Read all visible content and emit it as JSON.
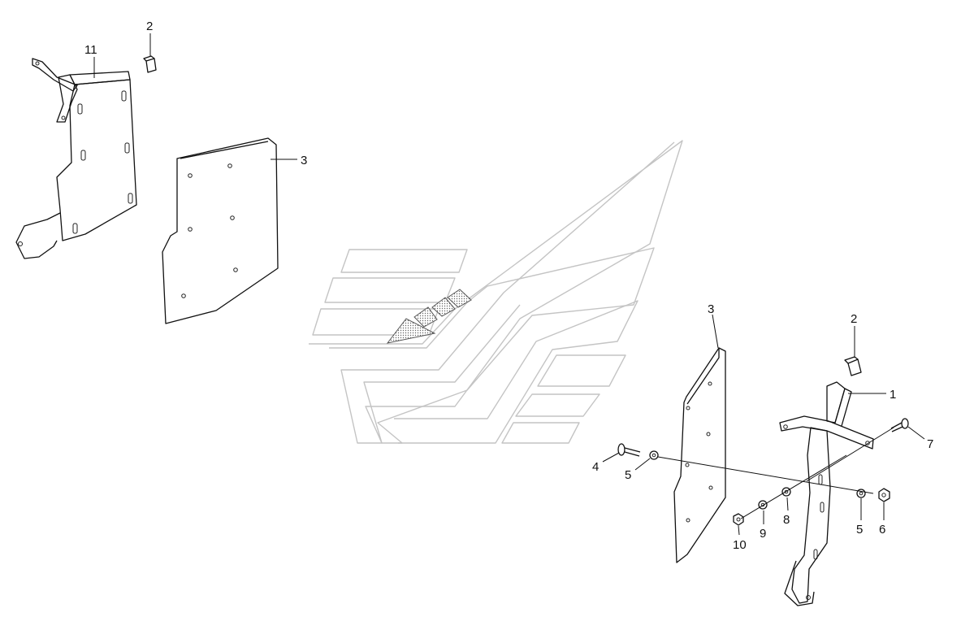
{
  "callouts": {
    "p11": "11",
    "p2_top": "2",
    "p3_left": "3",
    "p3_right": "3",
    "p2_right": "2",
    "p1": "1",
    "p7": "7",
    "p4": "4",
    "p5_left": "5",
    "p8": "8",
    "p9": "9",
    "p10": "10",
    "p5_right": "5",
    "p6": "6"
  },
  "colors": {
    "line": "#111111",
    "watermark": "#c4c4c4"
  }
}
